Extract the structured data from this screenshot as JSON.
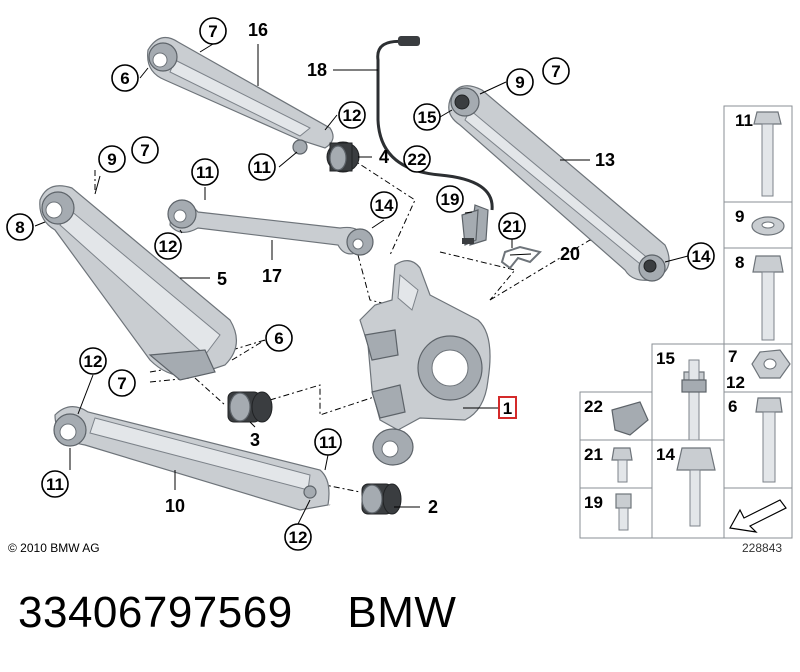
{
  "copyright": "© 2010 BMW AG",
  "diagram_number": "228843",
  "part_number": "33406797569",
  "brand": "BMW",
  "highlighted_part": "1",
  "main_callouts": {
    "c7_top": "7",
    "c16": "16",
    "c6_top": "6",
    "c18": "18",
    "c9_right": "9",
    "c7_right": "7",
    "c15": "15",
    "c12_upper": "12",
    "c11_upper": "11",
    "c4": "4",
    "c22": "22",
    "c13": "13",
    "c9_left": "9",
    "c7_left": "7",
    "c11_mid": "11",
    "c19": "19",
    "c8": "8",
    "c14_mid": "14",
    "c21": "21",
    "c20": "20",
    "c12_mid": "12",
    "c17": "17",
    "c14_right": "14",
    "c5": "5",
    "c6_mid": "6",
    "c12_lower": "12",
    "c7_lower": "7",
    "c3": "3",
    "c1": "1",
    "c11_lower": "11",
    "c11_bottom": "11",
    "c10": "10",
    "c2": "2",
    "c12_bottom": "12"
  },
  "side_boxes": [
    {
      "num": "11"
    },
    {
      "num": "9"
    },
    {
      "num": "8"
    },
    {
      "num": "15"
    },
    {
      "num": "7"
    },
    {
      "num": "12"
    },
    {
      "num": "22"
    },
    {
      "num": "6"
    },
    {
      "num": "21"
    },
    {
      "num": "14"
    },
    {
      "num": "19"
    }
  ]
}
